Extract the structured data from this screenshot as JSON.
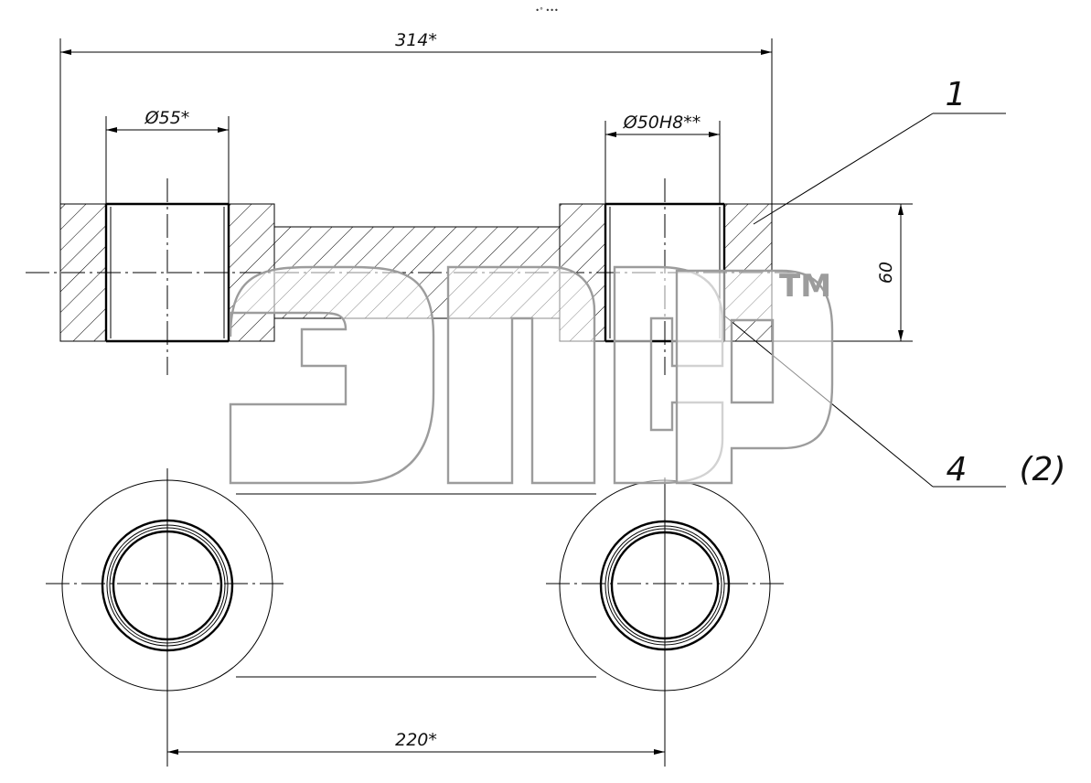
{
  "drawing": {
    "top_mark": "•° •••",
    "dimensions": {
      "overall_length": "314*",
      "left_bore": "Ø55*",
      "right_bore": "Ø50H8**",
      "height": "60",
      "center_distance": "220*"
    },
    "leaders": {
      "part_1": "1",
      "part_4": "4",
      "part_4_qty": "(2)"
    },
    "watermark": {
      "logo": "эпср",
      "trademark": "TM"
    },
    "colors": {
      "line": "#000000",
      "watermark": "#9c9c9c",
      "background": "#ffffff"
    }
  }
}
